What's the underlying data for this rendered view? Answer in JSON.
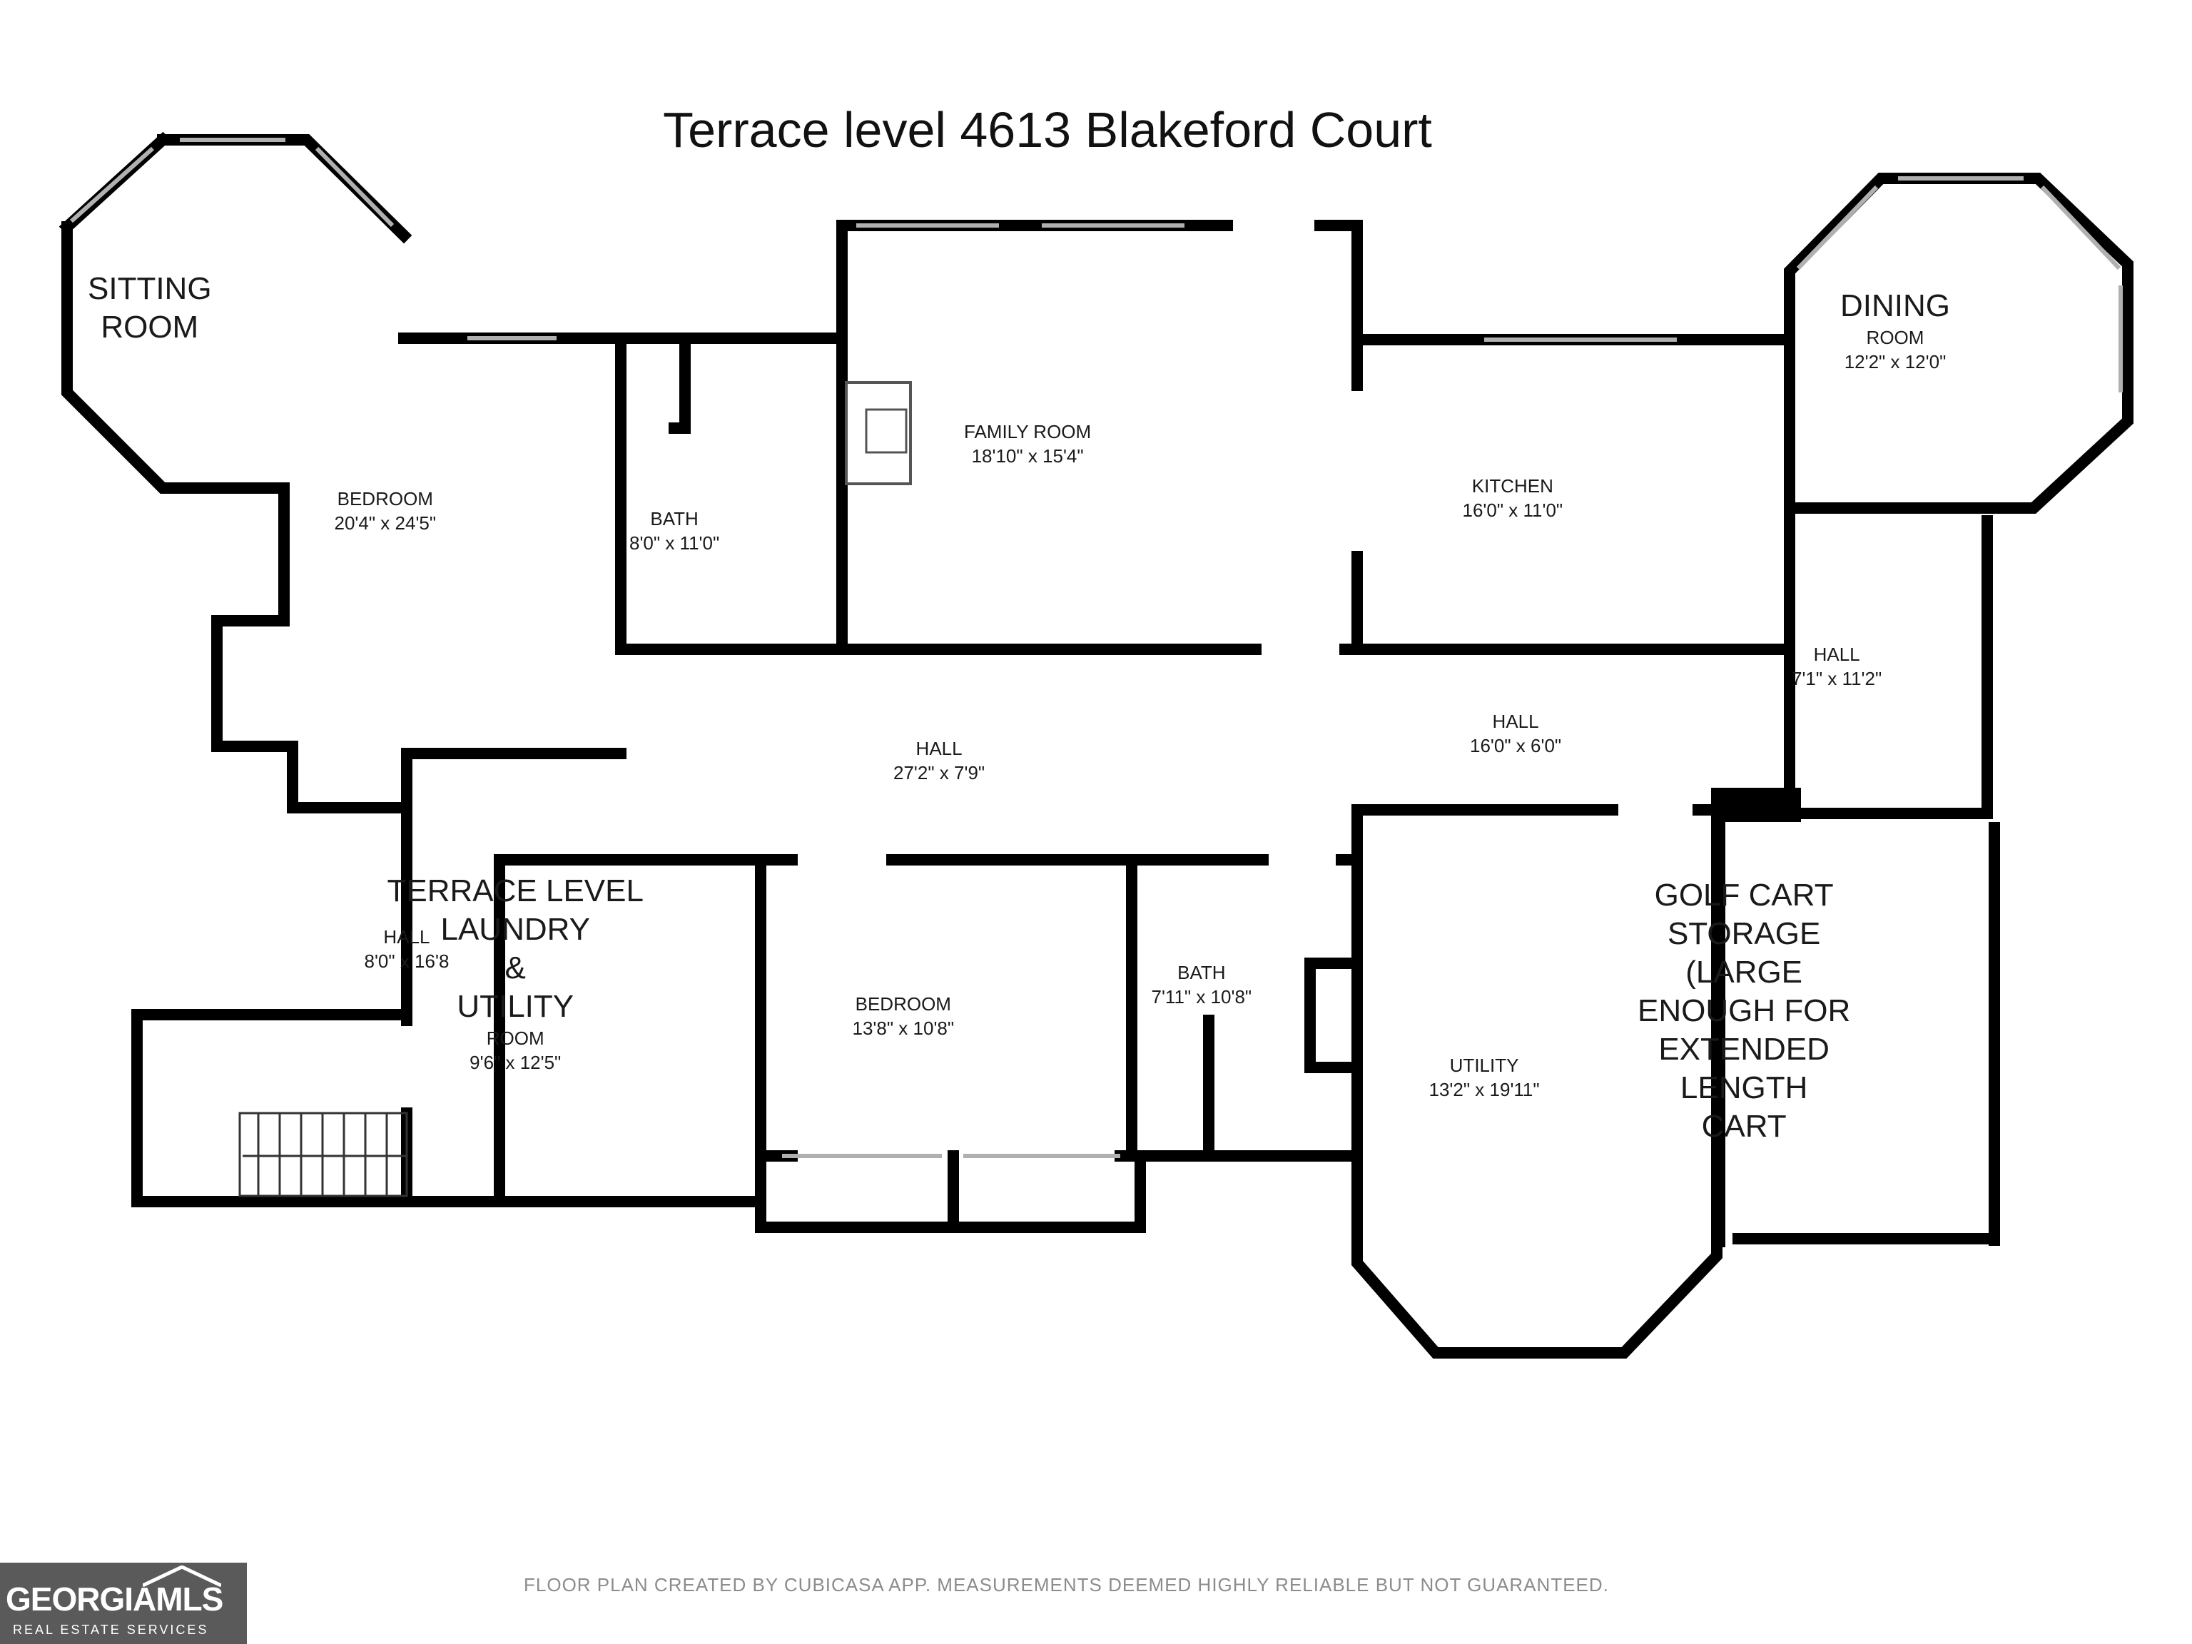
{
  "title": "Terrace level 4613 Blakeford Court",
  "rooms": [
    {
      "name_lines": [
        "SITTING",
        "ROOM"
      ],
      "dim": ""
    },
    {
      "name_lines": [
        "BEDROOM"
      ],
      "dim": "20'4\" x 24'5\""
    },
    {
      "name_lines": [
        "BATH"
      ],
      "dim": "8'0\" x 11'0\""
    },
    {
      "name_lines": [
        "FAMILY ROOM"
      ],
      "dim": "18'10\" x 15'4\""
    },
    {
      "name_lines": [
        "KITCHEN"
      ],
      "dim": "16'0\" x 11'0\""
    },
    {
      "name_lines": [
        "DINING"
      ],
      "sub": "ROOM",
      "dim": "12'2\" x 12'0\""
    },
    {
      "name_lines": [
        "HALL"
      ],
      "dim": "7'1\" x 11'2\""
    },
    {
      "name_lines": [
        "HALL"
      ],
      "dim": "27'2\" x 7'9\""
    },
    {
      "name_lines": [
        "HALL"
      ],
      "dim": "16'0\" x 6'0\""
    },
    {
      "name_lines": [
        "HALL"
      ],
      "dim": "8'0\" x 16'8"
    },
    {
      "name_lines": [
        "TERRACE LEVEL",
        "LAUNDRY",
        "&",
        "UTILITY"
      ],
      "sub": "ROOM",
      "dim": "9'6\" x 12'5\""
    },
    {
      "name_lines": [
        "BEDROOM"
      ],
      "dim": "13'8\" x 10'8\""
    },
    {
      "name_lines": [
        "BATH"
      ],
      "dim": "7'11\" x 10'8\""
    },
    {
      "name_lines": [
        "UTILITY"
      ],
      "dim": "13'2\" x 19'11\""
    },
    {
      "name_lines": [
        "GOLF CART",
        "STORAGE",
        "(LARGE",
        "ENOUGH FOR",
        "EXTENDED",
        "LENGTH",
        "CART"
      ],
      "dim": ""
    }
  ],
  "footer": "FLOOR PLAN CREATED BY CUBICASA APP. MEASUREMENTS DEEMED HIGHLY RELIABLE BUT NOT GUARANTEED.",
  "logo": {
    "main": "GEORGIAMLS",
    "sub": "REAL ESTATE SERVICES"
  },
  "colors": {
    "wall": "#000000",
    "window": "#b0b0b0",
    "label": "#1a1a1a",
    "footer": "#8c8c8c",
    "logo_bg": "#5a5a5a"
  }
}
